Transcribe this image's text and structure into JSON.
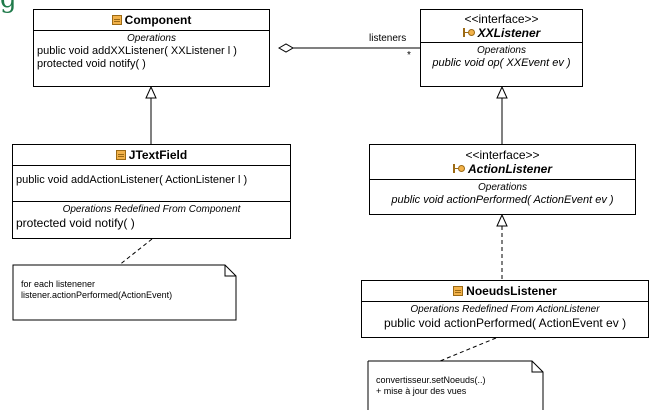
{
  "title_fragment": "g",
  "classes": {
    "component": {
      "name": "Component",
      "section_title": "Operations",
      "ops": [
        "public void  addXXListener( XXListener l )",
        "protected void  notify(  )"
      ]
    },
    "xxlistener": {
      "stereotype": "<<interface>>",
      "name": "XXListener",
      "section_title": "Operations",
      "ops": [
        "public void  op( XXEvent ev )"
      ]
    },
    "jtextfield": {
      "name": "JTextField",
      "ops": [
        "public void  addActionListener( ActionListener l )"
      ],
      "redefined_title": "Operations Redefined From Component",
      "redefined_ops": [
        "protected void  notify(  )"
      ]
    },
    "actionlistener": {
      "stereotype": "<<interface>>",
      "name": "ActionListener",
      "section_title": "Operations",
      "ops": [
        "public void  actionPerformed( ActionEvent ev )"
      ]
    },
    "noeudslistener": {
      "name": "NoeudsListener",
      "redefined_title": "Operations Redefined From ActionListener",
      "redefined_ops": [
        "public void  actionPerformed( ActionEvent ev )"
      ]
    }
  },
  "association": {
    "role": "listeners",
    "multiplicity": "*"
  },
  "notes": {
    "note1": [
      "for each listenener",
      "listener.actionPerformed(ActionEvent)"
    ],
    "note2": [
      "convertisseur.setNoeuds(..)",
      "+ mise à jour des vues"
    ]
  },
  "colors": {
    "class_icon": "#f2b24a",
    "icon_border": "#9c6a14",
    "title_fragment": "#1f7a4a"
  }
}
